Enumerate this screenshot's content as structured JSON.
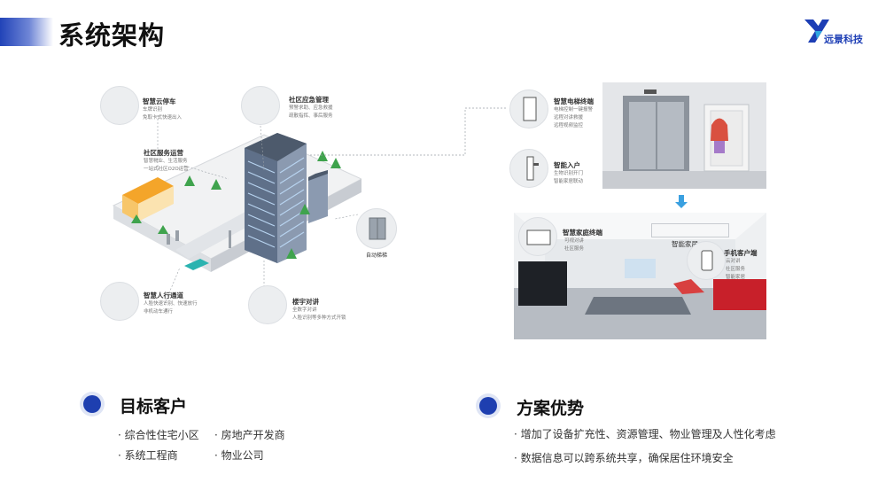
{
  "header": {
    "title": "系统架构",
    "logo_text": "远景科技"
  },
  "diagram": {
    "parking": {
      "title": "智慧云停车",
      "desc": "车牌识别\n免取卡式快速出入"
    },
    "emergency": {
      "title": "社区应急管理",
      "desc": "预警求助、应急救援\n疏散指挥、事后服务"
    },
    "community_ops": {
      "title": "社区服务运营",
      "desc": "智慧物业、生活服务\n一站式社区O2O运营"
    },
    "elevator_label": "自动梯梯",
    "pedestrian": {
      "title": "智慧人行通道",
      "desc": "人脸快速识别、快速放行\n非机动车通行"
    },
    "intercom": {
      "title": "楼宇对讲",
      "desc": "全数字对讲\n人脸识别等多种方式开锁"
    }
  },
  "elevator_panel": {
    "elevator_terminal": {
      "title": "智慧电梯终端",
      "desc": "电梯控制一键报警\n远程对讲救援\n远程视频监控"
    },
    "smart_entry": {
      "title": "智能入户",
      "desc": "生物识别开门\n智能家居联动"
    }
  },
  "home_panel": {
    "home_terminal": {
      "title": "智慧家庭终端",
      "desc": "可视对讲\n社区服务"
    },
    "smart_home": "智能家居",
    "mobile": {
      "title": "手机客户端",
      "desc": "云对讲\n社区服务\n智能家居"
    }
  },
  "target_customers": {
    "title": "目标客户",
    "items": [
      "· 综合性住宅小区",
      "· 房地产开发商",
      "· 系统工程商",
      "· 物业公司"
    ]
  },
  "advantages": {
    "title": "方案优势",
    "items": [
      "· 增加了设备扩充性、资源管理、物业管理及人性化考虑",
      "· 数据信息可以跨系统共享，确保居住环境安全"
    ]
  },
  "colors": {
    "brand": "#1e3fb0",
    "accent_red": "#c8202a",
    "building": "#5a6a80"
  }
}
